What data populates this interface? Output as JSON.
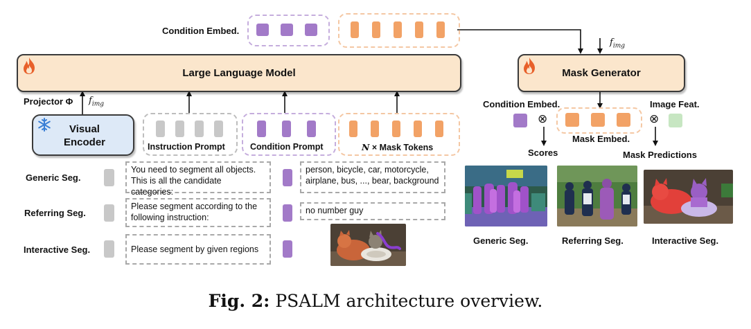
{
  "top": {
    "condition_embed_label": "Condition Embed."
  },
  "fimg": {
    "base": "f",
    "sub": "img"
  },
  "llm": {
    "label": "Large Language Model"
  },
  "mask_generator": {
    "label": "Mask Generator"
  },
  "projector": {
    "label": "Projector Φ"
  },
  "encoder": {
    "label_line1": "Visual",
    "label_line2": "Encoder"
  },
  "prompts": {
    "instruction": "Instruction Prompt",
    "condition": "Condition Prompt",
    "mask_tokens": "N × Mask Tokens",
    "mask_tokens_n": "N",
    "mask_tokens_rest": " × Mask Tokens"
  },
  "right_panel": {
    "condition_embed": "Condition Embed.",
    "image_feat": "Image Feat.",
    "mask_embed": "Mask Embed.",
    "scores": "Scores",
    "mask_predictions": "Mask Predictions",
    "otimes": "⊗"
  },
  "tasks": [
    {
      "name": "Generic Seg.",
      "instruction": "You need to segment all objects. This is all the candidate categories:",
      "condition": "person, bicycle, car, motorcycle, airplane, bus, ..., bear, background"
    },
    {
      "name": "Referring Seg.",
      "instruction": "Please segment according to the following instruction:",
      "condition": "no number guy"
    },
    {
      "name": "Interactive Seg.",
      "instruction": "Please segment by given regions",
      "condition": ""
    }
  ],
  "results": {
    "generic": "Generic Seg.",
    "referring": "Referring Seg.",
    "interactive": "Interactive Seg."
  },
  "caption": {
    "prefix": "Fig. 2:",
    "text": " PSALM architecture overview."
  },
  "colors": {
    "llm_fill": "#fbe6cc",
    "encoder_fill": "#dde9f7",
    "condition_token": "#a27ac8",
    "mask_token": "#f2a266",
    "instruction_token": "#c8c8c8",
    "image_feat_token": "#c7e6c2",
    "fire_icon": "#e8602a",
    "snowflake_icon": "#3a7fd5"
  }
}
